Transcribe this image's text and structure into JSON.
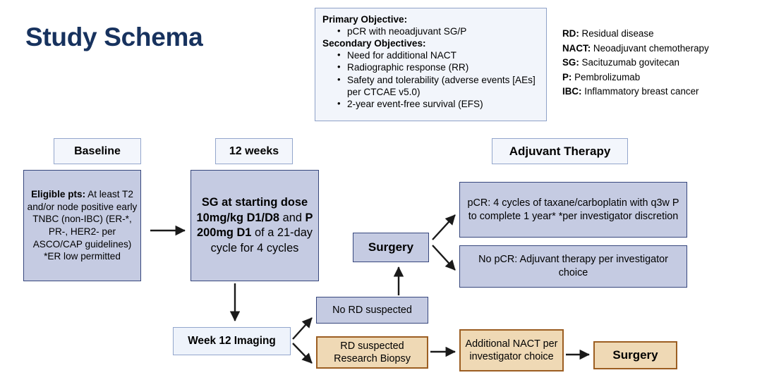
{
  "title": "Study Schema",
  "colors": {
    "title": "#17325e",
    "blue_fill": "#c5cbe2",
    "blue_border": "#37477d",
    "light_fill": "#f3f6fc",
    "light_border": "#93a6cc",
    "tan_fill": "#efd9b5",
    "tan_border": "#9c5e22"
  },
  "objectives": {
    "primary_heading": "Primary Objective:",
    "primary_items": [
      "pCR with neoadjuvant SG/P"
    ],
    "secondary_heading": "Secondary Objectives:",
    "secondary_items": [
      "Need for additional NACT",
      "Radiographic response (RR)",
      "Safety and tolerability (adverse events [AEs] per CTCAE v5.0)",
      "2-year event-free survival (EFS)"
    ]
  },
  "legend": [
    {
      "abbr": "RD:",
      "definition": "Residual disease"
    },
    {
      "abbr": "NACT:",
      "definition": "Neoadjuvant chemotherapy"
    },
    {
      "abbr": "SG:",
      "definition": "Sacituzumab govitecan"
    },
    {
      "abbr": "P:",
      "definition": "Pembrolizumab"
    },
    {
      "abbr": "IBC:",
      "definition": "Inflammatory breast cancer"
    }
  ],
  "headers": {
    "baseline": "Baseline",
    "twelve_weeks": "12 weeks",
    "adjuvant_therapy": "Adjuvant Therapy"
  },
  "boxes": {
    "eligible": {
      "bold_lead": "Eligible pts:",
      "body": " At least T2 and/or node positive early TNBC (non-IBC) (ER-*, PR-, HER2- per ASCO/CAP guidelines) *ER low permitted"
    },
    "treatment": {
      "seg1_bold": "SG at starting dose 10mg/kg D1/D8",
      "seg2": " and ",
      "seg3_bold": "P 200mg D1",
      "seg4": " of a 21-day cycle for 4 cycles"
    },
    "surgery_1": "Surgery",
    "pcr": "pCR: 4 cycles of taxane/carboplatin with q3w P to complete 1 year* *per investigator discretion",
    "no_pcr": "No pCR: Adjuvant therapy per investigator choice",
    "no_rd": "No RD suspected",
    "week12_imaging": "Week 12 Imaging",
    "rd_biopsy": "RD suspected Research Biopsy",
    "additional_nact": "Additional NACT per investigator choice",
    "surgery_2": "Surgery"
  }
}
